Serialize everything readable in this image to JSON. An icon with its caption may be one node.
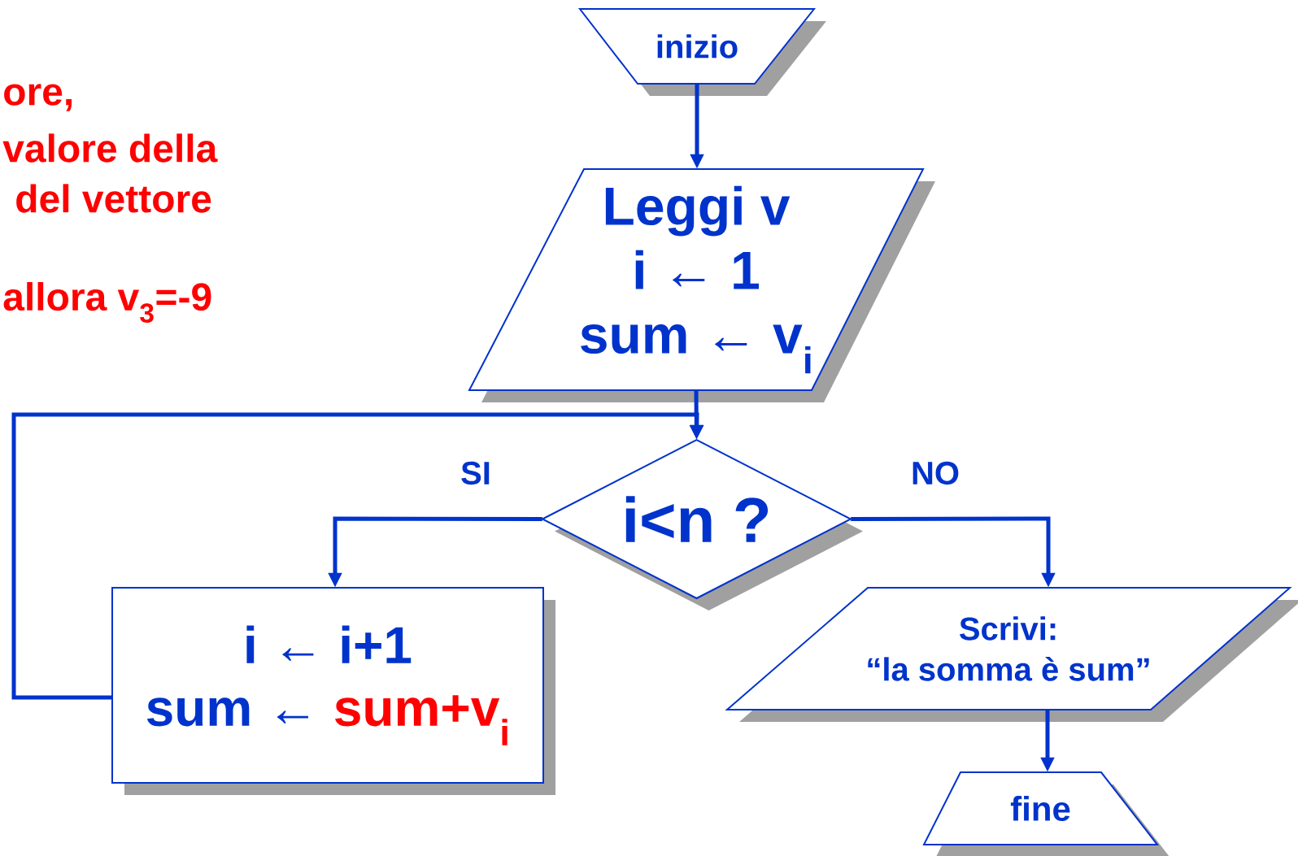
{
  "diagram": {
    "nodes": [
      {
        "text": [
          "inizio"
        ]
      },
      {
        "text": [
          "Leggi v",
          "i ← 1",
          "sum ← v$_{i}$"
        ]
      },
      {
        "text": [
          "i<n ?"
        ]
      },
      {
        "text": [
          "i ← i+1",
          "sum ←",
          "sum+v$_{i}$"
        ]
      },
      {
        "text": [
          "Scrivi:",
          "“la somma è sum”"
        ]
      },
      {
        "text": [
          "fine"
        ]
      }
    ],
    "edges": [
      {
        "from": 0,
        "to": 1,
        "arrow": "to"
      },
      {
        "from": 1,
        "to": 2,
        "arrow": "to"
      },
      {
        "from": 2,
        "to": 3,
        "arrow": "to",
        "label": "SI"
      },
      {
        "from": 2,
        "to": 4,
        "arrow": "to",
        "label": "NO"
      },
      {
        "from": 3,
        "to": 2,
        "arrow": "to"
      },
      {
        "from": 4,
        "to": 5,
        "arrow": "to"
      }
    ],
    "labels": [
      "ore,",
      "valore della",
      "del vettore",
      "allora v$_{3}$=-9"
    ]
  }
}
